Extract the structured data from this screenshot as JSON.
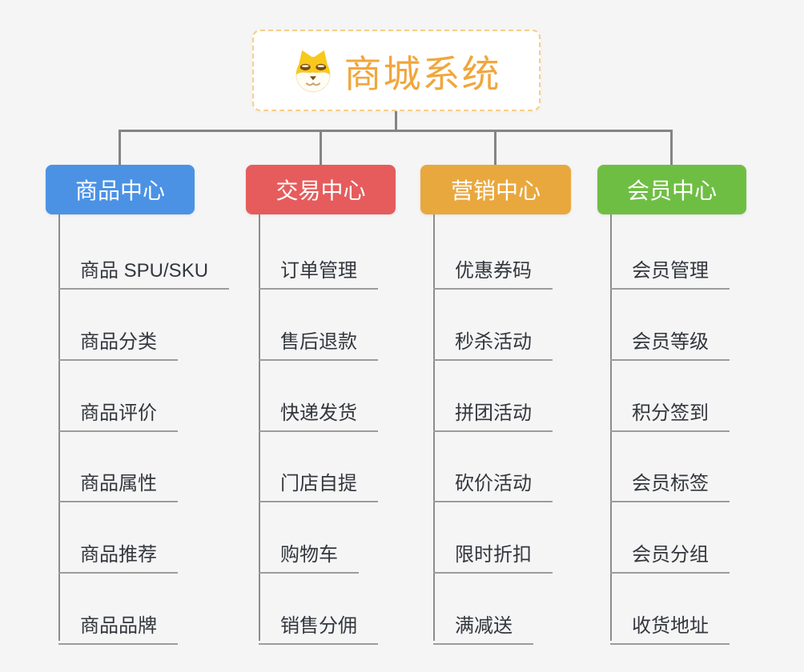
{
  "root": {
    "title": "商城系统",
    "icon": "dog-face-icon"
  },
  "colors": {
    "bg": "#f5f5f5",
    "connector": "#848484",
    "trunk": "#8c8c8c",
    "underline": "#9c9c9c",
    "item-text": "#33373d",
    "root-accent": "#f0a73d",
    "root-border": "#f7cd88"
  },
  "branches": [
    {
      "label": "商品中心",
      "color": "#4b92e5",
      "items": [
        "商品 SPU/SKU",
        "商品分类",
        "商品评价",
        "商品属性",
        "商品推荐",
        "商品品牌"
      ]
    },
    {
      "label": "交易中心",
      "color": "#e65c5c",
      "items": [
        "订单管理",
        "售后退款",
        "快递发货",
        "门店自提",
        "购物车",
        "销售分佣"
      ]
    },
    {
      "label": "营销中心",
      "color": "#e9a83e",
      "items": [
        "优惠券码",
        "秒杀活动",
        "拼团活动",
        "砍价活动",
        "限时折扣",
        "满减送"
      ]
    },
    {
      "label": "会员中心",
      "color": "#6fbe44",
      "items": [
        "会员管理",
        "会员等级",
        "积分签到",
        "会员标签",
        "会员分组",
        "收货地址"
      ]
    }
  ]
}
